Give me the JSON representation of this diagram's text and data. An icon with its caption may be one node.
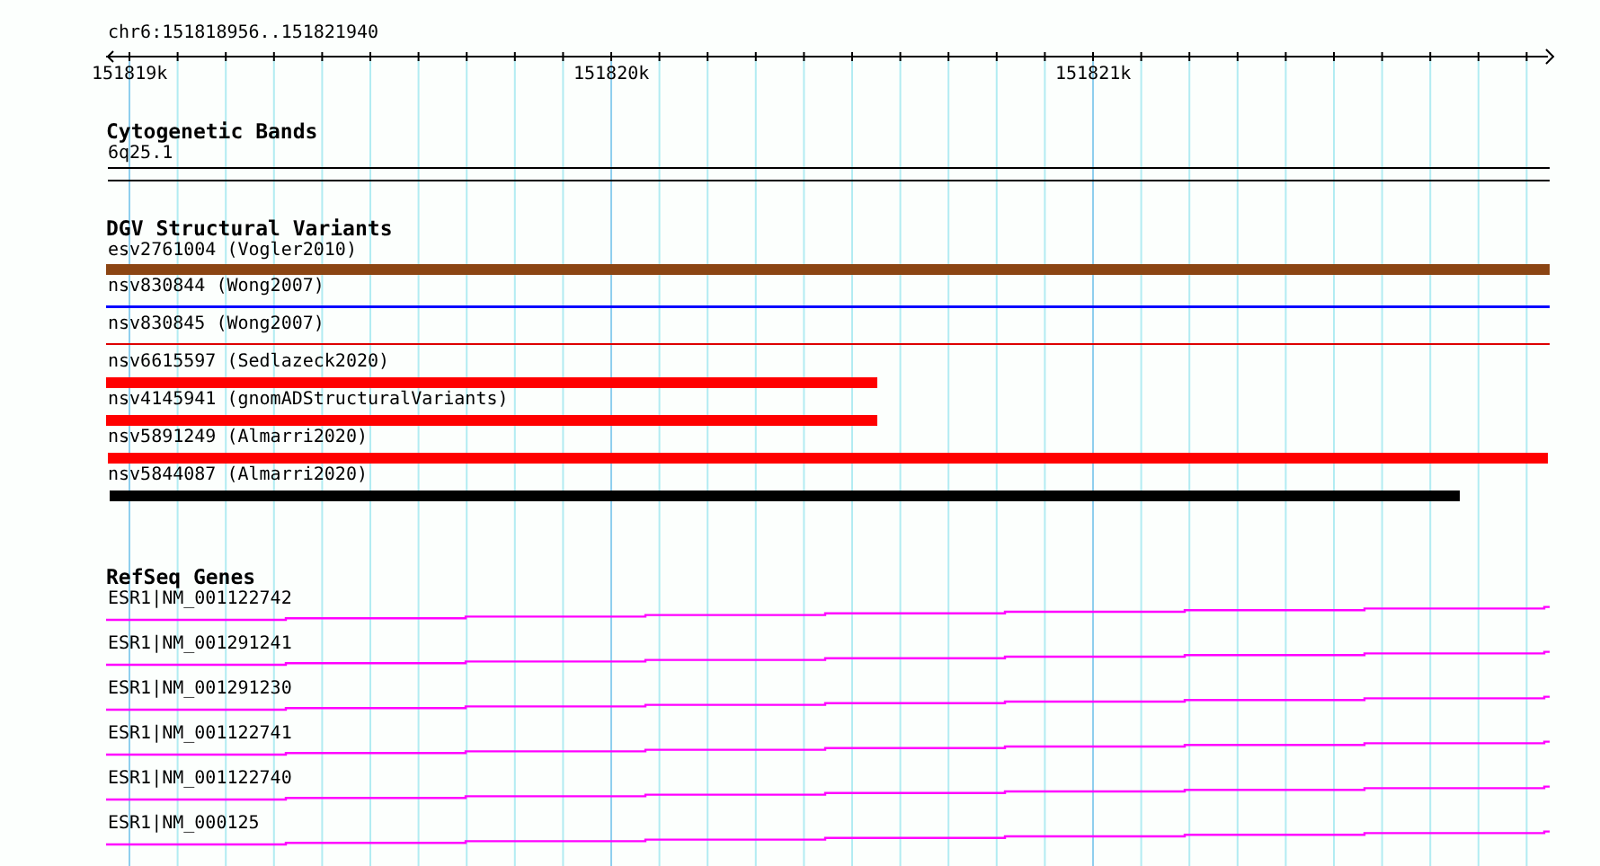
{
  "diagram": {
    "title": "chr6:151818956..151821940",
    "labels": [
      "151819k",
      "151820k",
      "151821k",
      "Cytogenetic Bands",
      "6q25.1",
      "DGV Structural Variants",
      "esv2761004 (Vogler2010)",
      "nsv830844 (Wong2007)",
      "nsv830845 (Wong2007)",
      "nsv6615597 (Sedlazeck2020)",
      "nsv4145941 (gnomADStructuralVariants)",
      "nsv5891249 (Almarri2020)",
      "nsv5844087 (Almarri2020)",
      "RefSeq Genes",
      "ESR1|NM_001122742",
      "ESR1|NM_001291241",
      "ESR1|NM_001291230",
      "ESR1|NM_001122741",
      "ESR1|NM_001122740",
      "ESR1|NM_000125"
    ]
  }
}
